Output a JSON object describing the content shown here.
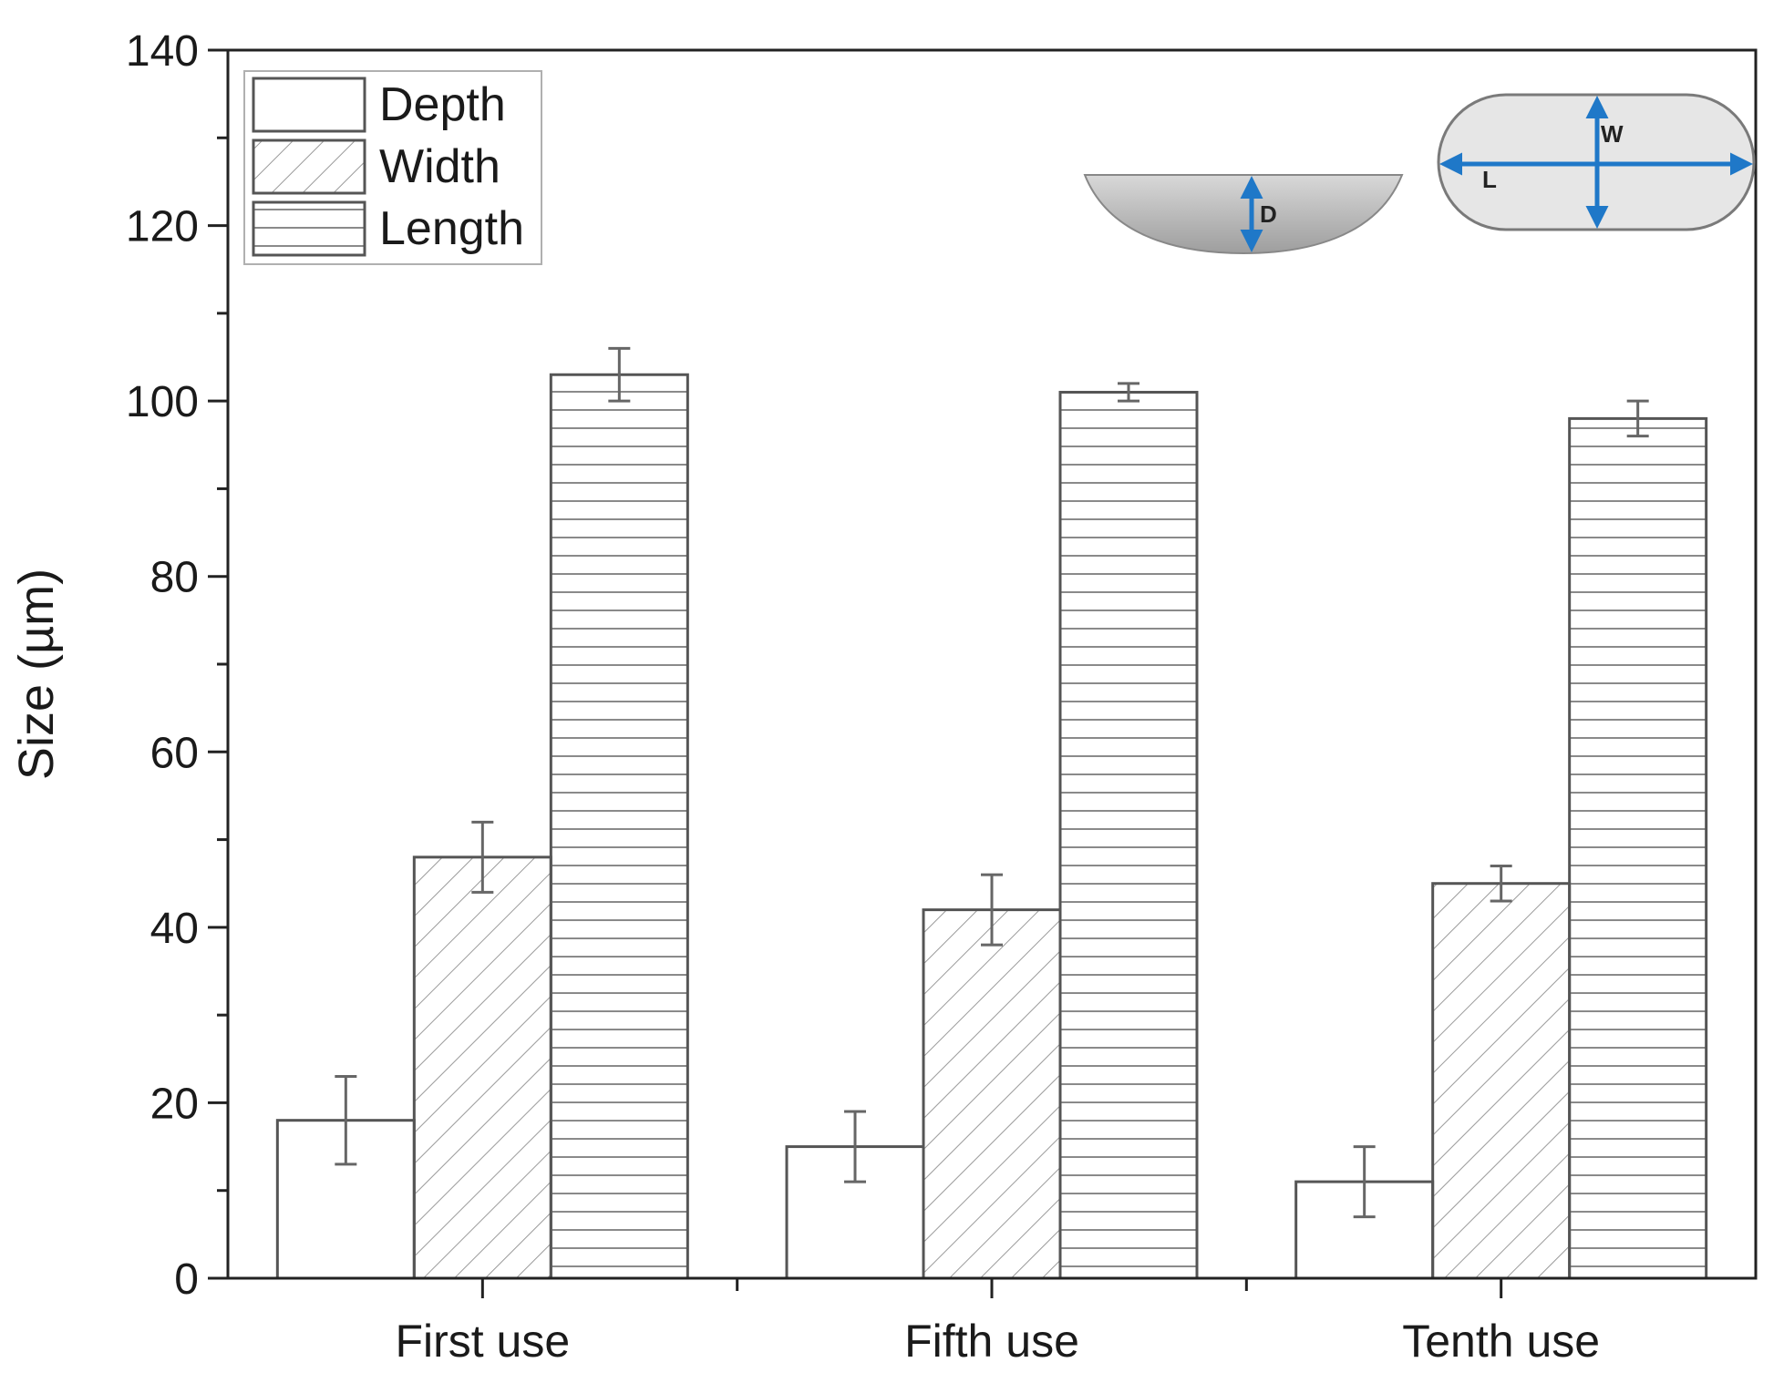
{
  "chart_data": {
    "type": "bar",
    "categories": [
      "First use",
      "Fifth use",
      "Tenth use"
    ],
    "series": [
      {
        "name": "Depth",
        "pattern": "none",
        "values": [
          18,
          15,
          11
        ],
        "errors": [
          5,
          4,
          4
        ]
      },
      {
        "name": "Width",
        "pattern": "diagonal",
        "values": [
          48,
          42,
          45
        ],
        "errors": [
          4,
          4,
          2
        ]
      },
      {
        "name": "Length",
        "pattern": "horizontal",
        "values": [
          103,
          101,
          98
        ],
        "errors": [
          3,
          1,
          2
        ]
      }
    ],
    "title": "",
    "xlabel": "",
    "ylabel": "Size (µm)",
    "ylim": [
      0,
      140
    ],
    "yticks": [
      0,
      20,
      40,
      60,
      80,
      100,
      120,
      140
    ],
    "grid": false,
    "legend_position": "top-left",
    "colors": {
      "bar_stroke": "#555555",
      "hatch": "#9a9a9a",
      "axis": "#222222",
      "arrow": "#1f78c8",
      "inset_fill": "#e0e0e0"
    },
    "insets": [
      {
        "shape": "crater-cross-section",
        "labels": [
          "D"
        ]
      },
      {
        "shape": "capsule-top-view",
        "labels": [
          "W",
          "L"
        ]
      }
    ]
  }
}
